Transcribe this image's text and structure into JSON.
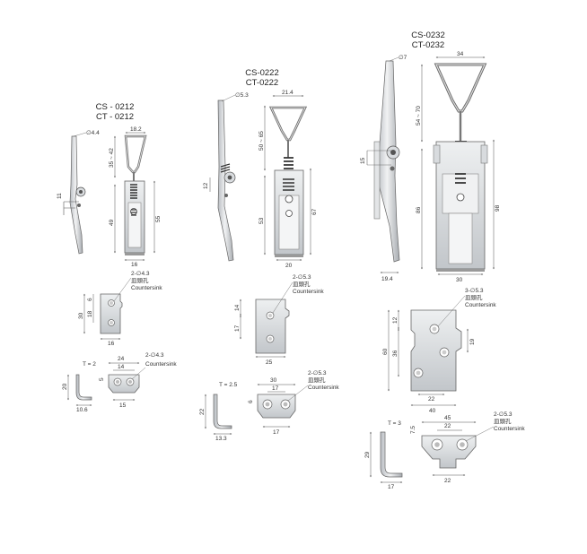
{
  "models": [
    {
      "codes": [
        "CS - 0212",
        "CT - 0212"
      ],
      "latch_dims": {
        "top_dia": "∅4.4",
        "loop_width": "18.2",
        "loop_height": "35 ~ 42",
        "lever_offset": "11",
        "body_height": "49",
        "overall_height": "55",
        "base_width": "16"
      },
      "keeper_dims": {
        "holes": "2-∅4.3",
        "hole_cn": "皿頭孔",
        "hole_en": "Countersink",
        "h1": "6",
        "h2": "18",
        "h_total": "30",
        "width": "16"
      },
      "side_dims": {
        "thickness": "T = 2",
        "w1": "24",
        "w2": "14",
        "off": "5",
        "height": "20",
        "foot": "10.6",
        "bottom": "15",
        "holes": "2-∅4.3",
        "hole_en": "Countersink"
      }
    },
    {
      "codes": [
        "CS-0222",
        "CT-0222"
      ],
      "latch_dims": {
        "top_dia": "∅5.3",
        "loop_width": "21.4",
        "loop_height": "50 ~ 65",
        "lever_offset": "12",
        "body_height": "53",
        "overall_height": "67",
        "base_width": "20"
      },
      "keeper_dims": {
        "holes": "2-∅5.3",
        "hole_cn": "皿頭孔",
        "hole_en": "Countersink",
        "h1": "14",
        "h2": "17",
        "width": "25"
      },
      "side_dims": {
        "thickness": "T = 2.5",
        "w1": "30",
        "w2": "17",
        "off": "6",
        "height": "22",
        "foot": "13.3",
        "bottom": "17",
        "holes": "2-∅5.3",
        "hole_cn": "皿頭孔",
        "hole_en": "Countersink"
      }
    },
    {
      "codes": [
        "CS-0232",
        "CT-0232"
      ],
      "latch_dims": {
        "top_dia": "∅7",
        "loop_width": "34",
        "loop_height": "54 ~ 70",
        "lever_offset": "15",
        "body_height": "86",
        "overall_height": "98",
        "base_width": "30",
        "lever_foot": "19.4"
      },
      "keeper_dims": {
        "holes": "3-∅5.3",
        "hole_cn": "皿頭孔",
        "hole_en": "Countersink",
        "h1": "12",
        "h2": "36",
        "h_total": "60",
        "side": "19",
        "w1": "22",
        "w2": "40"
      },
      "side_dims": {
        "thickness": "T = 3",
        "w1": "45",
        "w2": "22",
        "off": "7.5",
        "height": "29",
        "foot": "17",
        "bottom": "22",
        "holes": "2-∅5.3",
        "hole_cn": "皿頭孔",
        "hole_en": "Countersink"
      }
    }
  ],
  "colors": {
    "line": "#555555",
    "metal_light": "#e6e8ea",
    "metal_mid": "#c5c8cc",
    "metal_dark": "#8d9196",
    "spring": "#4a4a4a",
    "text": "#333333"
  }
}
